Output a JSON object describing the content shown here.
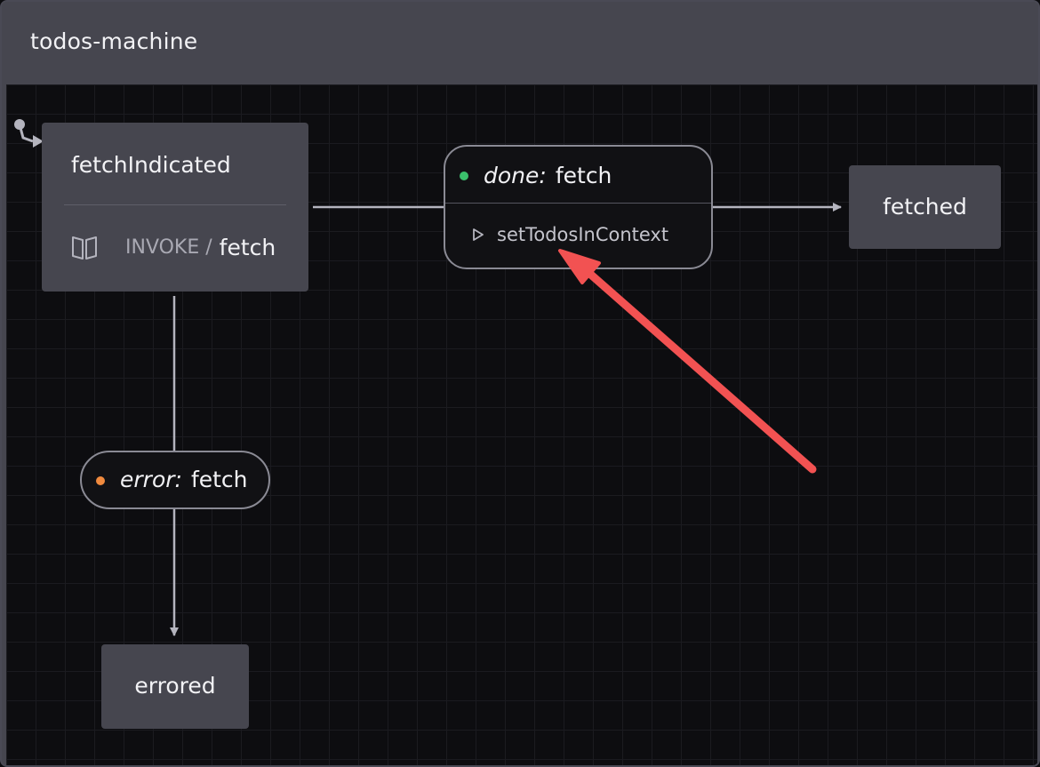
{
  "window": {
    "title": "todos-machine"
  },
  "colors": {
    "done_dot": "#3bbf6c",
    "error_dot": "#f08a3e",
    "annotation_arrow": "#f25252"
  },
  "states": {
    "fetch_indicated": {
      "label": "fetchIndicated",
      "invoke_keyword": "INVOKE /",
      "invoke_src": "fetch",
      "icon": "book-icon"
    },
    "fetched": {
      "label": "fetched"
    },
    "errored": {
      "label": "errored"
    }
  },
  "transitions": {
    "done": {
      "event_type": "done:",
      "event_name": "fetch",
      "action": "setTodosInContext",
      "action_icon": "play-triangle-icon"
    },
    "error": {
      "event_type": "error:",
      "event_name": "fetch"
    }
  },
  "initial_marker": {
    "icon": "initial-state-arrow-icon"
  }
}
